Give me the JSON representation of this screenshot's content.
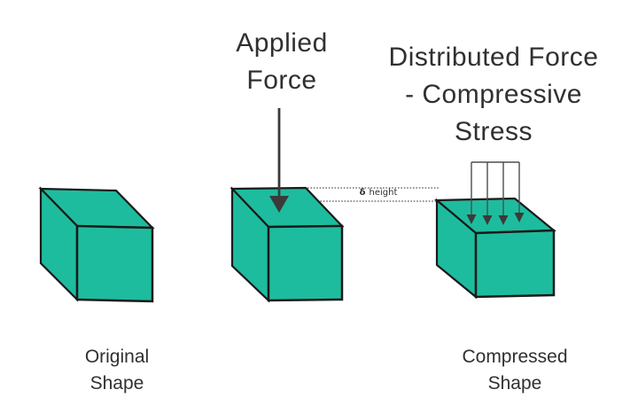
{
  "labels": {
    "applied_force": "Applied\nForce",
    "distributed_force": "Distributed Force\n- Compressive\nStress",
    "delta_symbol": "δ",
    "delta_text": "height",
    "original_shape": "Original\nShape",
    "compressed_shape": "Compressed\nShape"
  },
  "colors": {
    "background": "#ffffff",
    "shape_fill": "#1ebc9e",
    "shape_outline": "#1a1a1a",
    "arrow_color": "#3a3a3a",
    "thin_arrow_color": "#4d4d4d",
    "dotted_line_color": "#555555",
    "text_color": "#303030"
  }
}
